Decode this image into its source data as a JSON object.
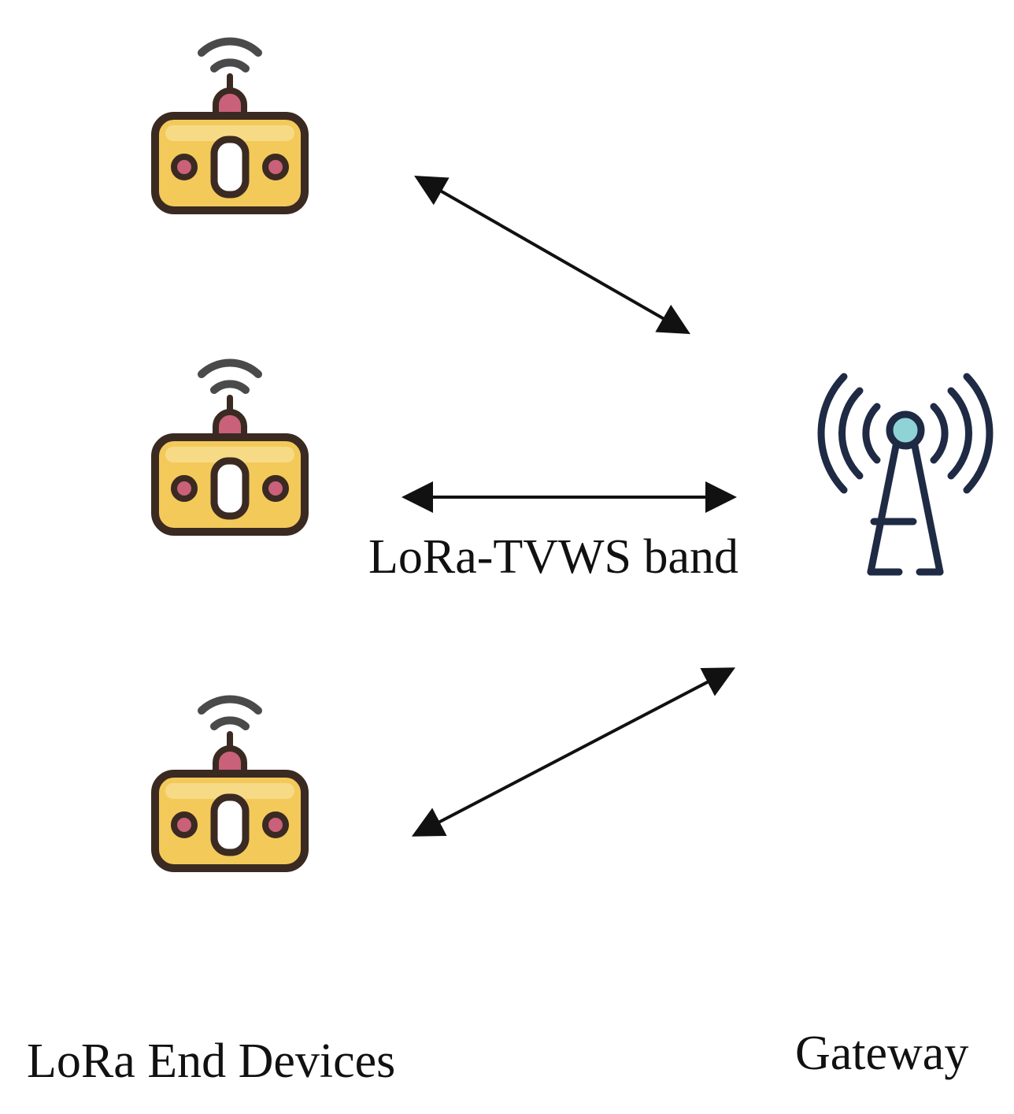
{
  "labels": {
    "band": "LoRa-TVWS band",
    "end_devices": "LoRa End Devices",
    "gateway": "Gateway"
  },
  "nodes": {
    "end_device_icon": "remote-device-icon",
    "end_device_count": 3,
    "gateway_icon": "antenna-tower-icon"
  },
  "links": {
    "count": 3,
    "direction": "bidirectional"
  },
  "colors": {
    "device_body": "#f3c95a",
    "device_outline": "#3a2a22",
    "device_accent": "#c9617a",
    "wifi_signal": "#4a4a4a",
    "gateway_stroke": "#1f2a44",
    "gateway_node": "#8fd3d6",
    "arrow": "#111111"
  }
}
